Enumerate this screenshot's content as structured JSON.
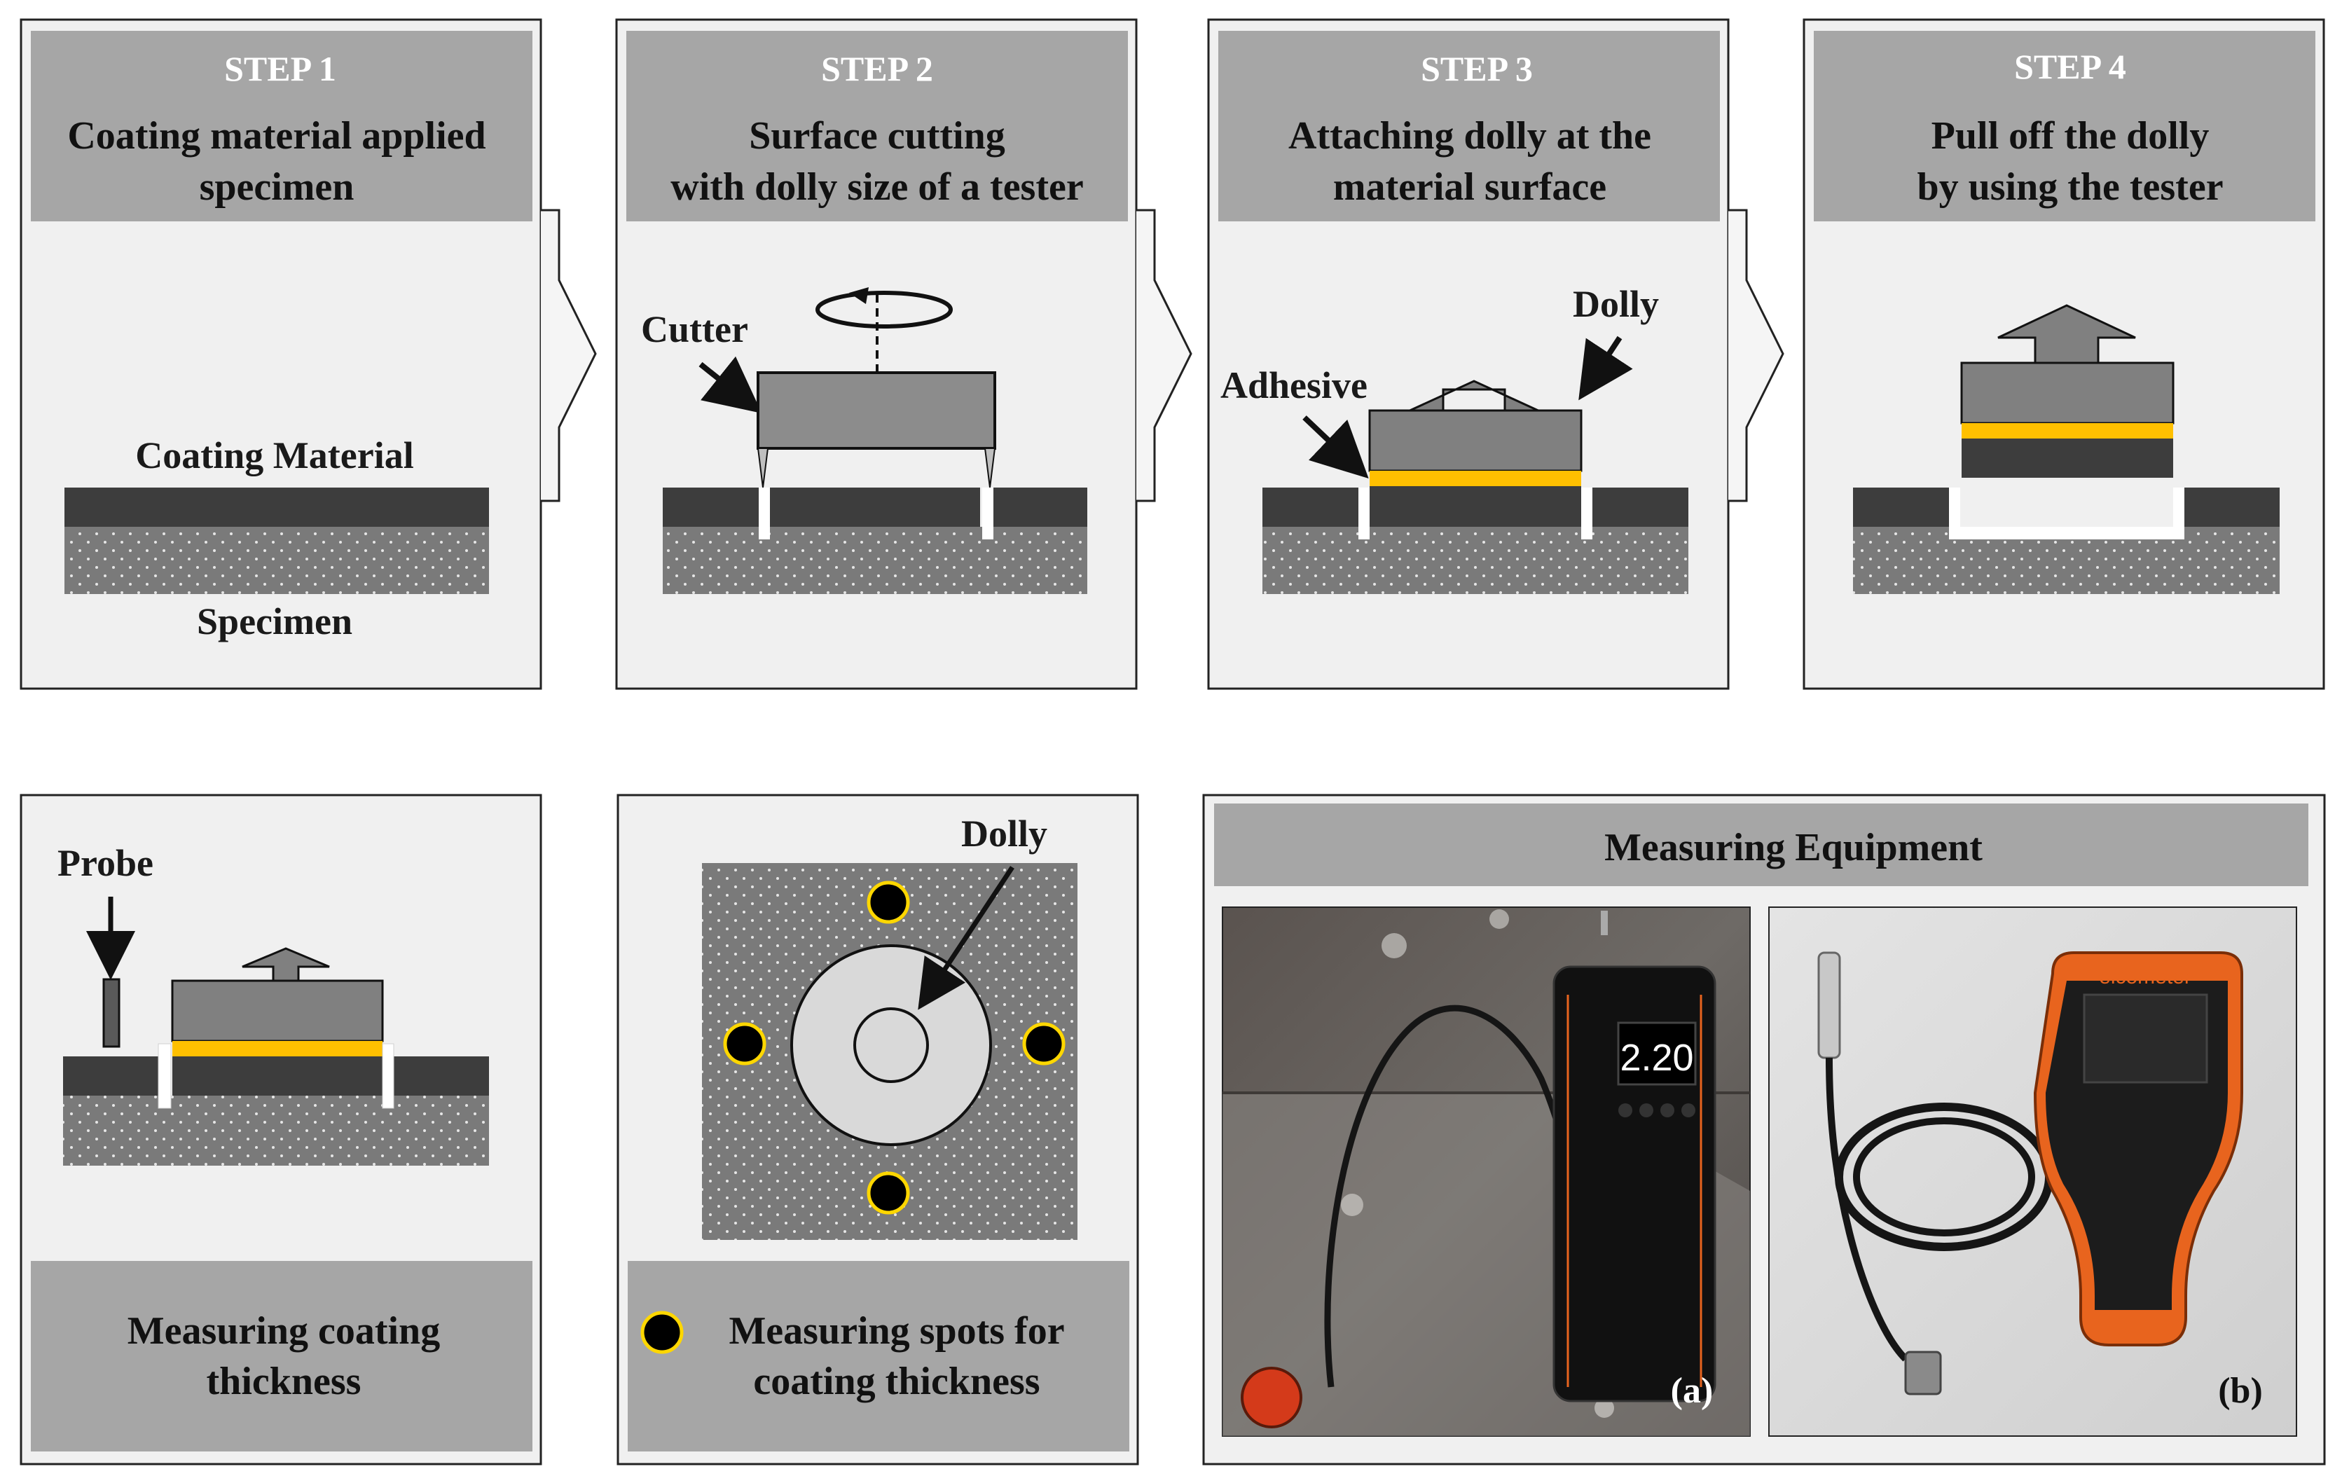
{
  "steps": [
    {
      "number": "STEP 1",
      "line1": "Coating material applied",
      "line2": "specimen"
    },
    {
      "number": "STEP 2",
      "line1": "Surface cutting",
      "line2": "with dolly size of a tester"
    },
    {
      "number": "STEP 3",
      "line1": "Attaching dolly at the",
      "line2": "material surface"
    },
    {
      "number": "STEP 4",
      "line1": "Pull off the dolly",
      "line2": "by using the tester"
    }
  ],
  "labels": {
    "coating_material": "Coating Material",
    "specimen": "Specimen",
    "cutter": "Cutter",
    "adhesive": "Adhesive",
    "dolly": "Dolly",
    "probe": "Probe",
    "dolly_top_view": "Dolly"
  },
  "bottom": {
    "thickness_line1": "Measuring coating",
    "thickness_line2": "thickness",
    "spots_line1": "Measuring spots for",
    "spots_line2": "coating thickness",
    "equipment_title": "Measuring Equipment",
    "photo_a_label": "(a)",
    "photo_b_label": "(b)",
    "gauge_reading": "2.20",
    "gauge_brand": "elcometer"
  },
  "colors": {
    "panel_bg": "#f0f0f0",
    "header_bg": "#a6a6a6",
    "coating": "#3d3d3d",
    "specimen": "#7a7a7a",
    "dolly": "#808080",
    "adhesive": "#ffc000",
    "spot_ring": "#ffd700",
    "gauge_orange": "#e8641e"
  }
}
